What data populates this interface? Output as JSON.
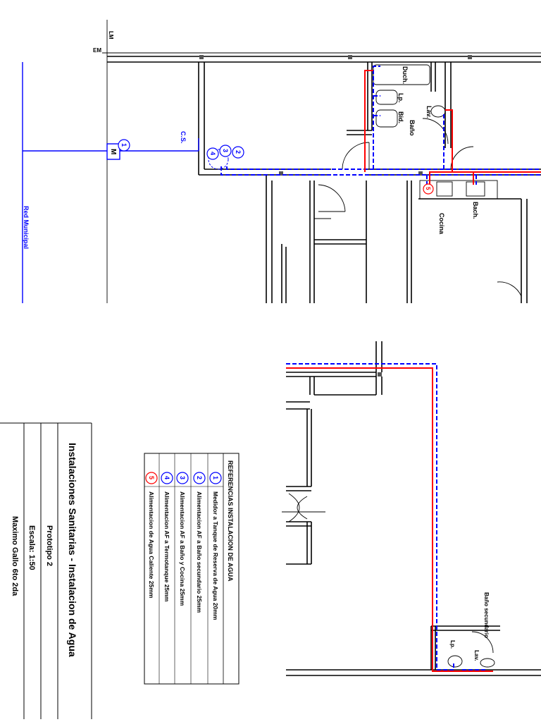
{
  "plan_labels": {
    "lm": "LM",
    "em": "EM",
    "red_municipal": "Red Municipal",
    "meter": "M",
    "cs": "C.S.",
    "duch": "Duch.",
    "lp": "Lp.",
    "bid": "Bid.",
    "lav": "Lav.",
    "bano": "Baño",
    "bach": "Bach.",
    "cocina": "Cocina",
    "bano_secundario": "Baño secundario",
    "lp2": "Lp.",
    "lav2": "Lav."
  },
  "markers": {
    "m1": "1",
    "m2": "2",
    "m3": "3",
    "m4": "4",
    "m5": "5"
  },
  "legend": {
    "title": "REFERENCIAS INSTALACION DE AGUA",
    "items": [
      {
        "num": "1",
        "text": "Medidor a Tanque de Reserva de Agua 20mm",
        "color": "#0000ff"
      },
      {
        "num": "2",
        "text": "Alimentacion AF a Baño secundario 25mm",
        "color": "#0000ff"
      },
      {
        "num": "3",
        "text": "Alimentacion AF a Baño y Cocina 25mm",
        "color": "#0000ff"
      },
      {
        "num": "4",
        "text": "Alimentacion AF a Termotanque 25mm",
        "color": "#0000ff"
      },
      {
        "num": "5",
        "text": "Alimentacion de Agua Caliente 25mm",
        "color": "#ff0000"
      }
    ]
  },
  "title_block": {
    "title": "Instalaciones Sanitarias - Instalacion de Agua",
    "prototype": "Prototipo 2",
    "scale": "Escala: 1:50",
    "author": "Maximo Gallo 6to 2da"
  },
  "colors": {
    "cold_water": "#0000ff",
    "hot_water": "#ff0000",
    "walls": "#000000"
  }
}
